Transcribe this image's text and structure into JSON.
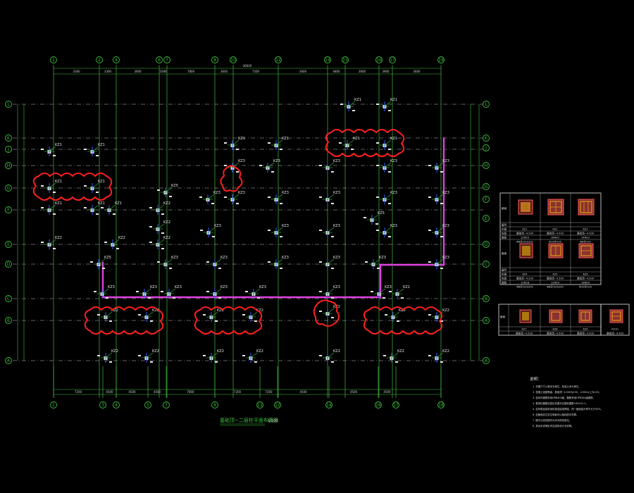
{
  "drawing": {
    "title": "基础顶~二层柱平面布置图",
    "scale": "1:100"
  },
  "axes": {
    "top_labels": [
      "1",
      "2",
      "4",
      "6",
      "7",
      "8",
      "10",
      "12",
      "14",
      "15",
      "16",
      "17",
      "19"
    ],
    "bottom_labels": [
      "1",
      "3",
      "4",
      "5",
      "7",
      "8",
      "11",
      "12",
      "14",
      "16",
      "17",
      "18"
    ],
    "left_labels": [
      "L",
      "K",
      "J",
      "H",
      "G",
      "F",
      "E",
      "D",
      "C",
      "B",
      "A",
      "A"
    ],
    "right_labels": [
      "L",
      "K",
      "J",
      "H",
      "G",
      "F",
      "E",
      "D",
      "C",
      "B",
      "A",
      "A"
    ]
  },
  "dimensions": {
    "overall_top": "36600",
    "top_segments": [
      "3300",
      "3300",
      "3600",
      "3300",
      "7800",
      "3600",
      "7200",
      "3600",
      "4800",
      "3600",
      "3900",
      "3600"
    ],
    "bottom_segments": [
      "7200",
      "4500",
      "4500",
      "4500",
      "7800",
      "7200",
      "7200",
      "4500",
      "4500",
      "4500"
    ]
  },
  "column_labels": [
    "KZ1",
    "KZ2",
    "KZ3",
    "KZ4",
    "KZ5"
  ],
  "section_table_1": {
    "header": "截面",
    "rows": [
      "编号",
      "标高",
      "纵筋",
      "箍筋"
    ],
    "cells": [
      "KZ1",
      "KZ2",
      "KZ3",
      "基础顶~4.500",
      "基础顶~4.500",
      "基础顶~4.500",
      "12Φ20",
      "16Φ22",
      "14Φ22",
      "Φ8@100/200",
      "Φ10@100",
      "Φ8@100"
    ]
  },
  "section_table_2": {
    "header": "截面",
    "cells": [
      "KZ4",
      "KZ5",
      "KZ6",
      "基础顶~4.500",
      "基础顶~4.500",
      "基础顶~4.500",
      "12Φ18",
      "12Φ20",
      "16Φ20",
      "Φ8@100/200",
      "Φ8@100/200",
      "Φ10@100"
    ]
  },
  "section_table_3": {
    "header": "截面",
    "cells": [
      "KZ7",
      "KZ8",
      "KZ9",
      "KZ10",
      "基础顶~4.500",
      "基础顶~4.500",
      "基础顶~4.500",
      "基础顶~4.500"
    ]
  },
  "notes": {
    "title": "说明：",
    "lines": [
      "1. 本图尺寸以毫米为单位，标高以米为单位。",
      "2. 混凝土强度等级：基础顶~4.500为C30，4.500以上为C25。",
      "3. 柱纵向钢筋采用HRB400级，箍筋采用HPB300级钢筋。",
      "4. 框架柱箍筋加密区范围详见国标图集16G101-1。",
      "5. 柱纵筋连接采用机械连接或焊接，同一截面接头率不大于50%。",
      "6. 柱截面定位未注明者均以轴线居中布置。",
      "7. 图中云线范围内为本次修改部位。",
      "8. 其余未说明处详见结构设计总说明。"
    ]
  },
  "colors": {
    "axis": "#3fbf3f",
    "cloud": "#ff2020",
    "beam": "#e040e0",
    "column": "#e6e6e6",
    "leader_blue": "#3b5bff",
    "section_red": "#ff5a5a",
    "section_yellow": "#ffd000"
  }
}
